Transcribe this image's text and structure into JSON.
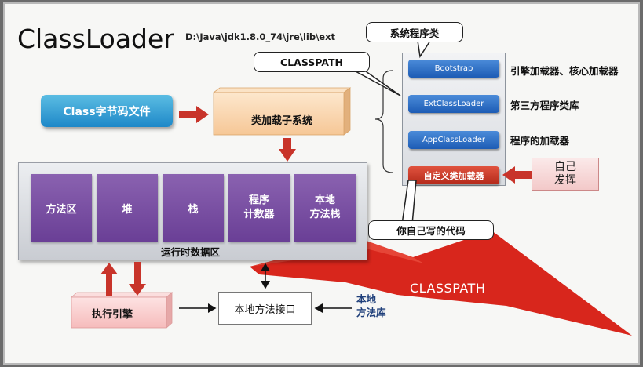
{
  "title": "ClassLoader",
  "jdk_path": "D:\\Java\\jdk1.8.0_74\\jre\\lib\\ext",
  "class_file": "Class字节码文件",
  "class_loader_subsystem": "类加载子系统",
  "runtime_area": {
    "label": "运行时数据区",
    "areas": [
      "方法区",
      "堆",
      "栈",
      "程序\n计数器",
      "本地\n方法栈"
    ]
  },
  "execution_engine": "执行引擎",
  "native_interface": "本地方法接口",
  "native_library": "本地\n方法库",
  "loaders": {
    "bootstrap": "Bootstrap",
    "ext": "ExtClassLoader",
    "app": "AppClassLoader",
    "custom": "自定义类加载器"
  },
  "loader_descriptions": {
    "bootstrap": "引擎加载器、核心加载器",
    "ext": "第三方程序类库",
    "app": "程序的加载器"
  },
  "callouts": {
    "system_classes": "系统程序类",
    "classpath": "CLASSPATH",
    "your_code": "你自己写的代码"
  },
  "self_dev": "自己\n发挥",
  "bolt_label": "CLASSPATH",
  "colors": {
    "bolt_red": "#d8261c",
    "arrow_red": "#c8342a",
    "area_purple": "#6a3f96",
    "loader_blue": "#1d5cb5",
    "class_file_blue": "#1e88c8"
  }
}
